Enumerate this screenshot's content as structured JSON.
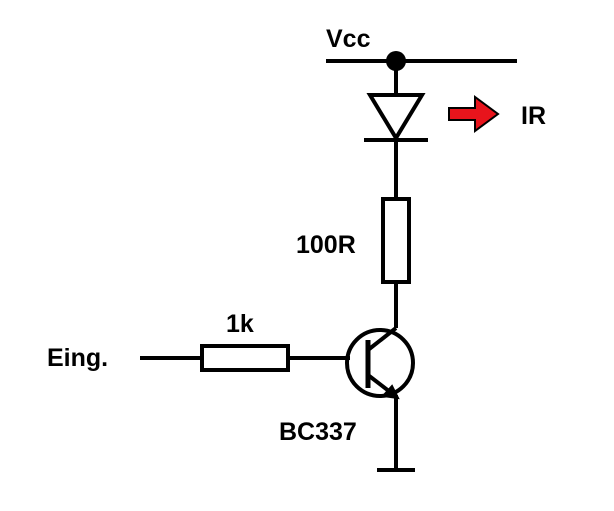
{
  "diagram": {
    "labels": {
      "supply": "Vcc",
      "output": "IR",
      "collector_resistor": "100R",
      "base_resistor": "1k",
      "input": "Eing.",
      "transistor": "BC337"
    },
    "colors": {
      "background": "#ffffff",
      "wire": "#000000",
      "ir_arrow_fill": "#e8141c",
      "ir_arrow_outline": "#000000"
    }
  }
}
